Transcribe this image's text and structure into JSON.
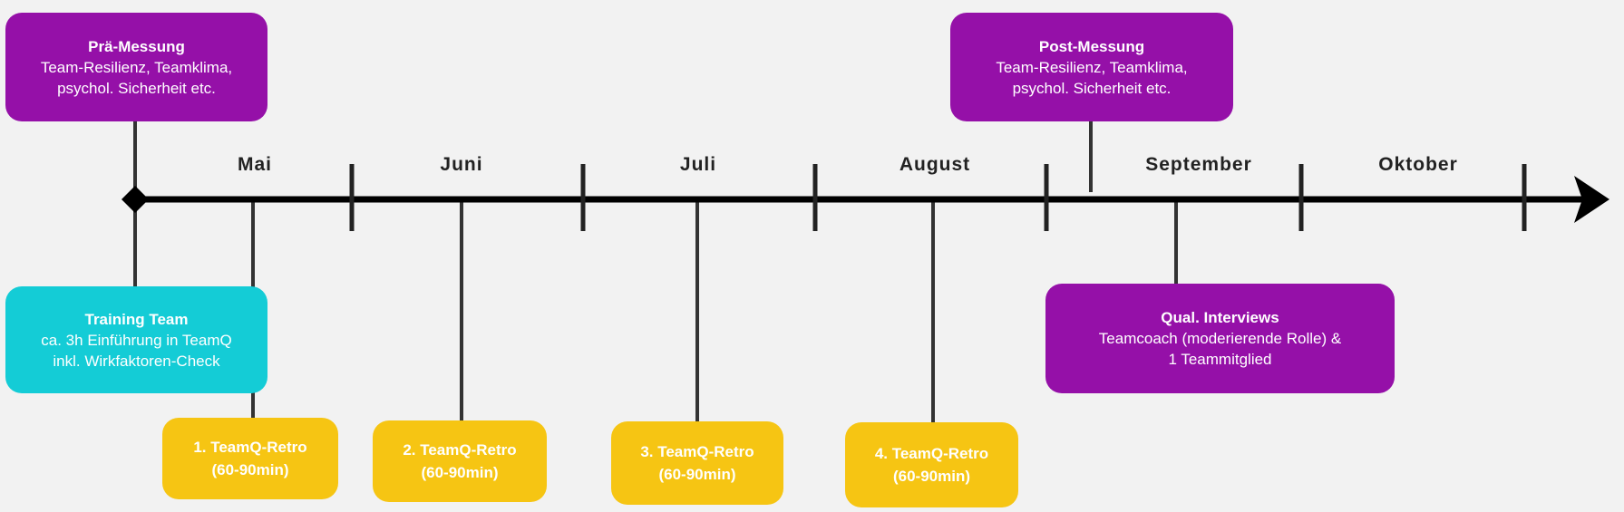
{
  "colors": {
    "measurement": "#9510a8",
    "training": "#14ccd6",
    "retro": "#f6c513",
    "axis": "#111111",
    "background": "#f2f2f2"
  },
  "months": [
    "Mai",
    "Juni",
    "Juli",
    "August",
    "September",
    "Oktober"
  ],
  "pre_measurement": {
    "title": "Prä-Messung",
    "line1": "Team-Resilienz, Teamklima,",
    "line2": "psychol. Sicherheit etc."
  },
  "post_measurement": {
    "title": "Post-Messung",
    "line1": "Team-Resilienz, Teamklima,",
    "line2": "psychol. Sicherheit etc."
  },
  "training": {
    "title": "Training Team",
    "line1": "ca. 3h Einführung in TeamQ",
    "line2": "inkl. Wirkfaktoren-Check"
  },
  "interviews": {
    "title": "Qual. Interviews",
    "line1": "Teamcoach (moderierende Rolle) &",
    "line2": "1 Teammitglied"
  },
  "retros": [
    {
      "title": "1. TeamQ-Retro",
      "duration": "(60-90min)"
    },
    {
      "title": "2. TeamQ-Retro",
      "duration": "(60-90min)"
    },
    {
      "title": "3. TeamQ-Retro",
      "duration": "(60-90min)"
    },
    {
      "title": "4. TeamQ-Retro",
      "duration": "(60-90min)"
    }
  ]
}
